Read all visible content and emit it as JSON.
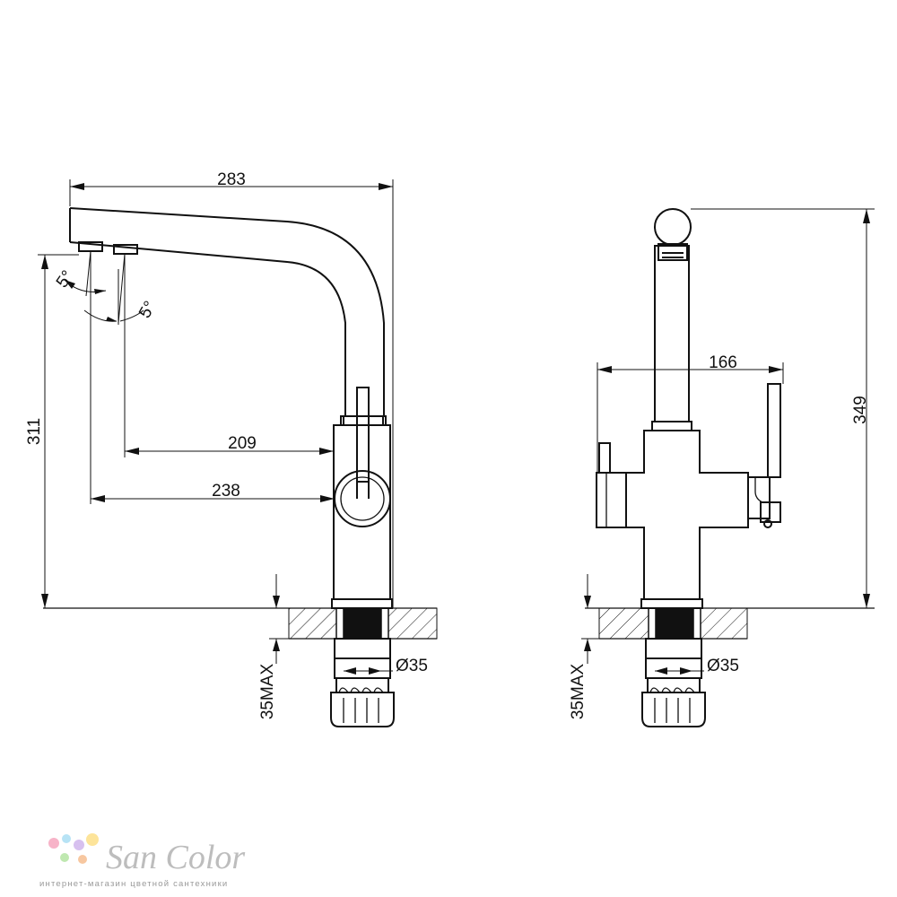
{
  "dimensions": {
    "overall_length": "283",
    "height_left": "311",
    "reach_inner": "209",
    "reach_outer": "238",
    "angle_1": "5°",
    "angle_2": "5°",
    "mount_max_left": "35MAX",
    "hole_left": "Ø35",
    "width_right": "166",
    "height_right": "349",
    "mount_max_right": "35MAX",
    "hole_right": "Ø35"
  },
  "logo": {
    "name": "San Color",
    "tagline": "интернет-магазин цветной сантехники",
    "dot_colors": [
      "#f7b3c8",
      "#b7e3f5",
      "#d7c0ef",
      "#fde49a",
      "#bfe8b0",
      "#f7c7a0"
    ]
  }
}
